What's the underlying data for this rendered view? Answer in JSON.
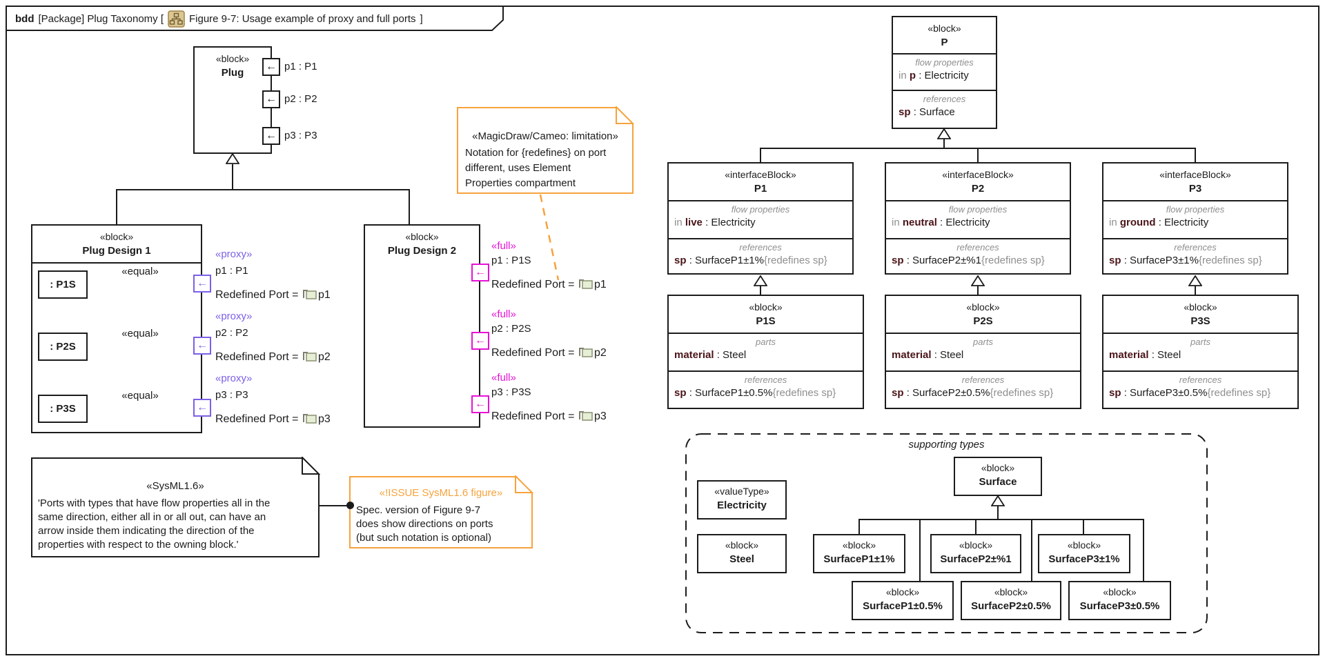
{
  "frame_title": {
    "keyword": "bdd",
    "context": "[Package] Plug Taxonomy [",
    "figure": "Figure 9-7: Usage example of proxy and full ports",
    "close_bracket": "]"
  },
  "icons": {
    "left_arrow": "←"
  },
  "plug": {
    "stereotype": "«block»",
    "name": "Plug",
    "ports": [
      "p1 : P1",
      "p2 : P2",
      "p3 : P3"
    ]
  },
  "plug_design_1": {
    "stereotype": "«block»",
    "name": "Plug Design 1",
    "parts": [
      ": P1S",
      ": P2S",
      ": P3S"
    ],
    "equal": "«equal»",
    "ports": [
      {
        "stereotype": "«proxy»",
        "label": "p1 : P1",
        "redefined_prefix": "Redefined Port = ",
        "redefined": "p1"
      },
      {
        "stereotype": "«proxy»",
        "label": "p2 : P2",
        "redefined_prefix": "Redefined Port = ",
        "redefined": "p2"
      },
      {
        "stereotype": "«proxy»",
        "label": "p3 : P3",
        "redefined_prefix": "Redefined Port = ",
        "redefined": "p3"
      }
    ]
  },
  "plug_design_2": {
    "stereotype": "«block»",
    "name": "Plug Design 2",
    "ports": [
      {
        "stereotype": "«full»",
        "label": "p1 : P1S",
        "redefined_prefix": "Redefined Port = ",
        "redefined": "p1"
      },
      {
        "stereotype": "«full»",
        "label": "p2 : P2S",
        "redefined_prefix": "Redefined Port = ",
        "redefined": "p2"
      },
      {
        "stereotype": "«full»",
        "label": "p3 : P3S",
        "redefined_prefix": "Redefined Port = ",
        "redefined": "p3"
      }
    ]
  },
  "p_block": {
    "stereotype": "«block»",
    "name": "P",
    "flow_label": "flow properties",
    "flow_dir": "in",
    "flow_name": "p",
    "flow_type": ": Electricity",
    "ref_label": "references",
    "ref_name": "sp",
    "ref_type": ": Surface"
  },
  "interface_blocks": [
    {
      "stereotype": "«interfaceBlock»",
      "name": "P1",
      "flow_label": "flow properties",
      "flow_dir": "in",
      "flow_name": "live",
      "flow_type": ": Electricity",
      "ref_label": "references",
      "ref_name": "sp",
      "ref_type": ": SurfaceP1±1%",
      "ref_constraint": "{redefines sp}"
    },
    {
      "stereotype": "«interfaceBlock»",
      "name": "P2",
      "flow_label": "flow properties",
      "flow_dir": "in",
      "flow_name": "neutral",
      "flow_type": ": Electricity",
      "ref_label": "references",
      "ref_name": "sp",
      "ref_type": ": SurfaceP2±%1",
      "ref_constraint": "{redefines sp}"
    },
    {
      "stereotype": "«interfaceBlock»",
      "name": "P3",
      "flow_label": "flow properties",
      "flow_dir": "in",
      "flow_name": "ground",
      "flow_type": ": Electricity",
      "ref_label": "references",
      "ref_name": "sp",
      "ref_type": ": SurfaceP3±1%",
      "ref_constraint": "{redefines sp}"
    }
  ],
  "s_blocks": [
    {
      "stereotype": "«block»",
      "name": "P1S",
      "parts_label": "parts",
      "part_name": "material",
      "part_type": ": Steel",
      "ref_label": "references",
      "ref_name": "sp",
      "ref_type": ": SurfaceP1±0.5%",
      "ref_constraint": "{redefines sp}"
    },
    {
      "stereotype": "«block»",
      "name": "P2S",
      "parts_label": "parts",
      "part_name": "material",
      "part_type": ": Steel",
      "ref_label": "references",
      "ref_name": "sp",
      "ref_type": ": SurfaceP2±0.5%",
      "ref_constraint": "{redefines sp}"
    },
    {
      "stereotype": "«block»",
      "name": "P3S",
      "parts_label": "parts",
      "part_name": "material",
      "part_type": ": Steel",
      "ref_label": "references",
      "ref_name": "sp",
      "ref_type": ": SurfaceP3±0.5%",
      "ref_constraint": "{redefines sp}"
    }
  ],
  "notes": {
    "magicdraw": {
      "stereotype": "«MagicDraw/Cameo: limitation»",
      "lines": [
        "Notation for {redefines} on port",
        "different, uses Element",
        "Properties compartment"
      ]
    },
    "sysml": {
      "stereotype": "«SysML1.6»",
      "lines": [
        "'Ports with types that have flow properties all in the",
        "same direction, either all in or all out, can have an",
        "arrow inside them indicating the direction of the",
        "properties with respect to the owning block.'"
      ]
    },
    "issue": {
      "stereotype": "«!ISSUE SysML1.6 figure»",
      "lines": [
        "Spec. version of Figure 9-7",
        "does show directions on ports",
        "(but such notation is optional)"
      ]
    }
  },
  "supporting_types": {
    "title": "supporting types",
    "value_type": {
      "stereotype": "«valueType»",
      "name": "Electricity"
    },
    "steel": {
      "stereotype": "«block»",
      "name": "Steel"
    },
    "surface": {
      "stereotype": "«block»",
      "name": "Surface"
    },
    "row1": [
      {
        "stereotype": "«block»",
        "name": "SurfaceP1±1%"
      },
      {
        "stereotype": "«block»",
        "name": "SurfaceP2±%1"
      },
      {
        "stereotype": "«block»",
        "name": "SurfaceP3±1%"
      }
    ],
    "row2": [
      {
        "stereotype": "«block»",
        "name": "SurfaceP1±0.5%"
      },
      {
        "stereotype": "«block»",
        "name": "SurfaceP2±0.5%"
      },
      {
        "stereotype": "«block»",
        "name": "SurfaceP3±0.5%"
      }
    ]
  },
  "colors": {
    "proxy": "#7c5fe8",
    "full": "#e611d6",
    "orange": "#f7a23c",
    "property": "#4a1418",
    "muted": "#8f8f8f"
  }
}
